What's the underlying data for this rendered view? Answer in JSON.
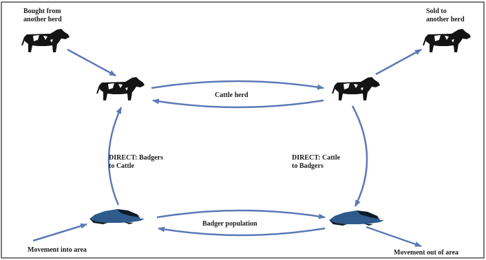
{
  "colors": {
    "arrow": "#5b79b5",
    "cattle": "#141414",
    "badger_body": "#2e5b8c",
    "badger_dark": "#0f1a26",
    "frame": "#222222"
  },
  "labels": {
    "bought_line1": "Bought from",
    "bought_line2": "another herd",
    "sold_line1": "Sold to",
    "sold_line2": "another herd",
    "cattle_herd": "Cattle herd",
    "direct_badgers_line1": "DIRECT: Badgers",
    "direct_badgers_line2": "to Cattle",
    "direct_cattle_line1": "DIRECT: Cattle",
    "direct_cattle_line2": "to Badgers",
    "badger_population": "Badger population",
    "movement_into_area": "Movement into area",
    "movement_out_of_area": "Movement out of area"
  },
  "icons": [
    "cow-icon",
    "badger-icon"
  ]
}
